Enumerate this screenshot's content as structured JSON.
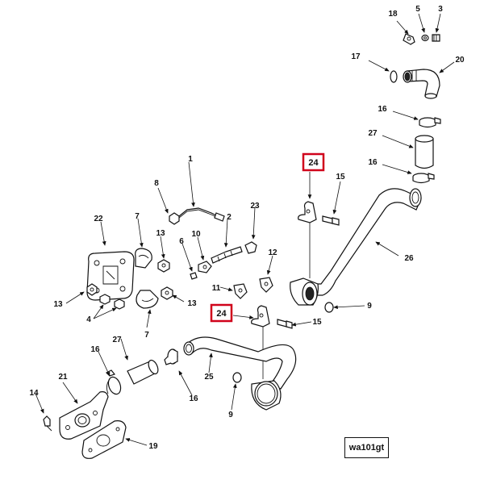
{
  "callouts": {
    "c1": "1",
    "c2": "2",
    "c3": "3",
    "c4": "4",
    "c5": "5",
    "c6": "6",
    "c7a": "7",
    "c7b": "7",
    "c8": "8",
    "c9a": "9",
    "c9b": "9",
    "c10": "10",
    "c11": "11",
    "c12": "12",
    "c13a": "13",
    "c13b": "13",
    "c13c": "13",
    "c14": "14",
    "c15a": "15",
    "c15b": "15",
    "c16a": "16",
    "c16b": "16",
    "c16c": "16",
    "c16d": "16",
    "c17": "17",
    "c18": "18",
    "c19": "19",
    "c20": "20",
    "c21": "21",
    "c22": "22",
    "c23": "23",
    "c24a": "24",
    "c24b": "24",
    "c25": "25",
    "c26": "26",
    "c27a": "27",
    "c27b": "27"
  },
  "reference_code": "wa101gt",
  "highlight_color": "#d0021b"
}
